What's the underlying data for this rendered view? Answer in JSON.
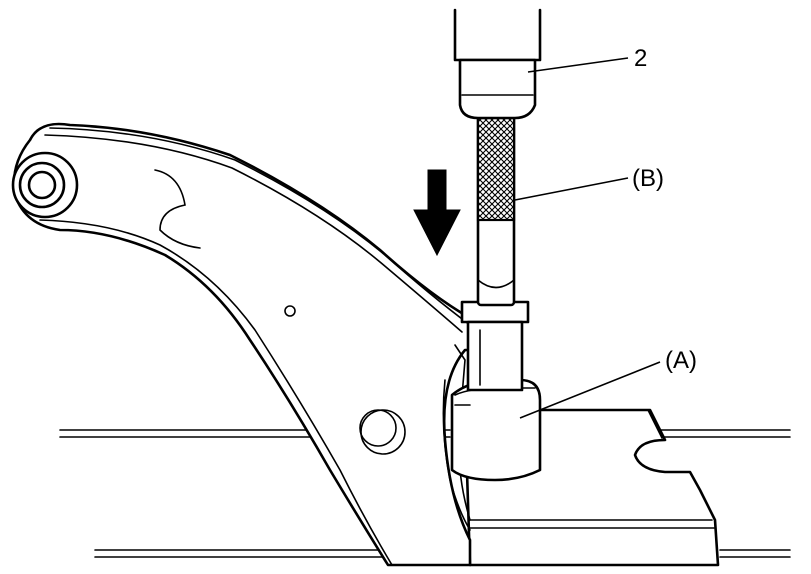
{
  "callouts": {
    "tool_2": "2",
    "part_b": "(B)",
    "part_a": "(A)"
  }
}
